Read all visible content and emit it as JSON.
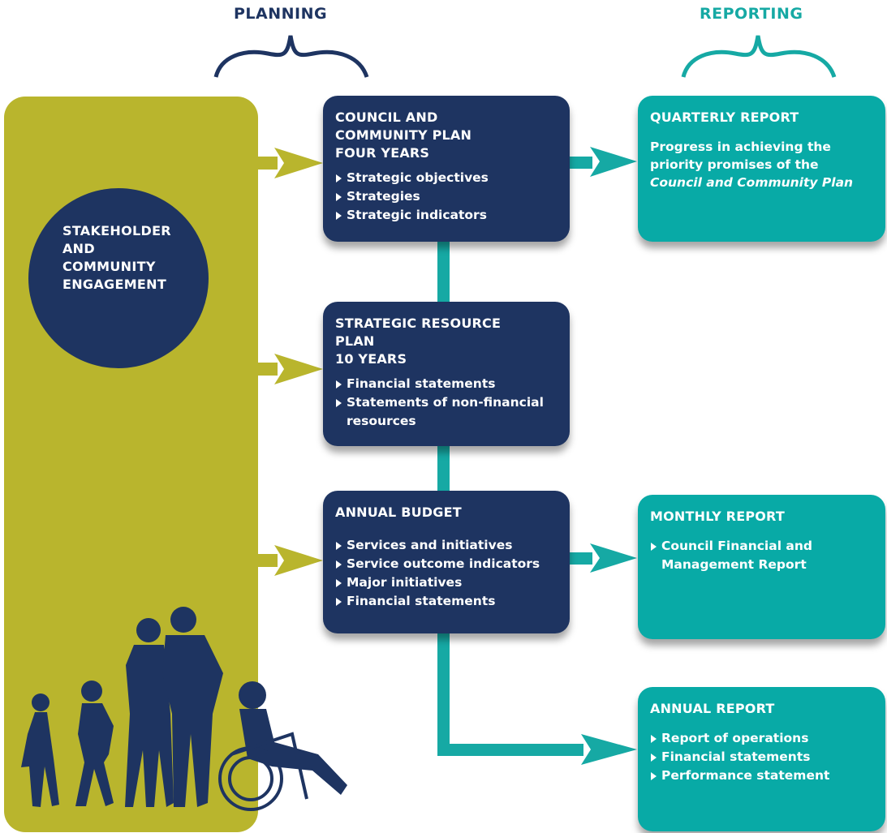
{
  "headings": {
    "planning": "PLANNING",
    "reporting": "REPORTING"
  },
  "engagement": {
    "lines": [
      "STAKEHOLDER",
      "AND",
      "COMMUNITY",
      "ENGAGEMENT"
    ]
  },
  "planning_boxes": {
    "council_plan": {
      "title_lines": [
        "COUNCIL AND",
        "COMMUNITY PLAN",
        "FOUR YEARS"
      ],
      "items": [
        "Strategic objectives",
        "Strategies",
        "Strategic indicators"
      ]
    },
    "resource_plan": {
      "title_lines": [
        "STRATEGIC RESOURCE",
        "PLAN",
        "10 YEARS"
      ],
      "items": [
        "Financial statements",
        "Statements of non-financial resources"
      ]
    },
    "annual_budget": {
      "title_lines": [
        "ANNUAL BUDGET"
      ],
      "items": [
        "Services and initiatives",
        "Service outcome indicators",
        "Major initiatives",
        "Financial statements"
      ]
    }
  },
  "reporting_boxes": {
    "quarterly": {
      "title": "QUARTERLY REPORT",
      "desc_lines": [
        "Progress in achieving the",
        "priority promises of the"
      ],
      "desc_italic": "Council and Community Plan"
    },
    "monthly": {
      "title": "MONTHLY REPORT",
      "items": [
        "Council Financial and Management Report"
      ]
    },
    "annual": {
      "title": "ANNUAL REPORT",
      "items": [
        "Report of operations",
        "Financial statements",
        "Performance statement"
      ]
    }
  },
  "colors": {
    "navy": "#1e3461",
    "teal": "#08aaa6",
    "olive": "#b9b52d"
  }
}
